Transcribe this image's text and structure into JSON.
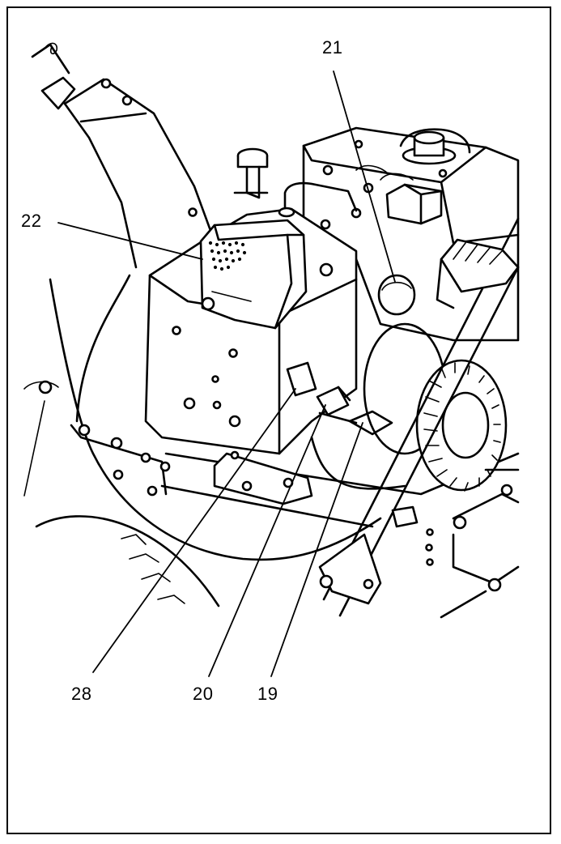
{
  "diagram": {
    "callouts": [
      {
        "id": "21",
        "label": "21"
      },
      {
        "id": "22",
        "label": "22"
      },
      {
        "id": "28",
        "label": "28"
      },
      {
        "id": "20",
        "label": "20"
      },
      {
        "id": "19",
        "label": "19"
      }
    ]
  }
}
